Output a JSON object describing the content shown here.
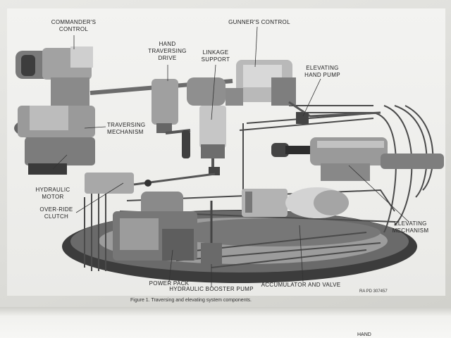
{
  "labels": {
    "commanders_control": "COMMANDER'S\nCONTROL",
    "gunners_control": "GUNNER'S CONTROL",
    "hand_traversing_drive": "HAND\nTRAVERSING\nDRIVE",
    "linkage_support": "LINKAGE\nSUPPORT",
    "elevating_hand_pump": "ELEVATING\nHAND PUMP",
    "traversing_mechanism": "TRAVERSING\nMECHANISM",
    "hydraulic_motor": "HYDRAULIC\nMOTOR",
    "override_clutch": "OVER-RIDE\nCLUTCH",
    "elevating_mechanism": "ELEVATING\nMECHANISM",
    "power_pack": "POWER PACK",
    "hydraulic_booster_pump": "HYDRAULIC BOOSTER PUMP",
    "accumulator_and_valve": "ACCUMULATOR AND VALVE"
  },
  "caption": "Figure 1.   Traversing and elevating system components.",
  "ref_number": "RA PD 307457",
  "stray_text": "HAND"
}
